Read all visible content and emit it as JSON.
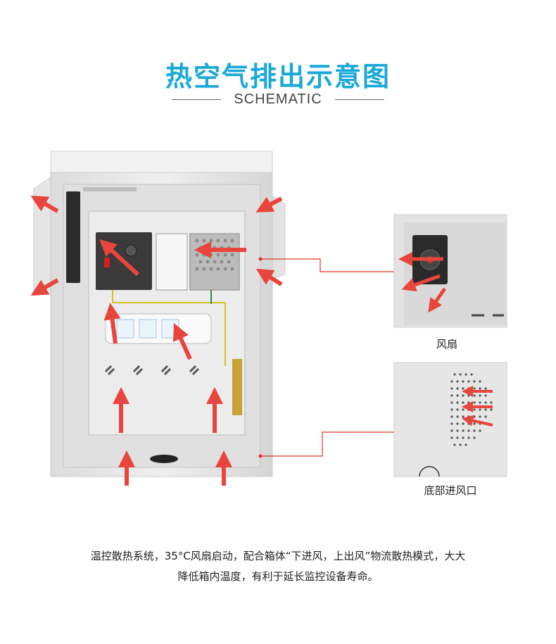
{
  "header": {
    "title": "热空气排出示意图",
    "subtitle": "SCHEMATIC"
  },
  "callouts": {
    "fan_label": "风扇",
    "intake_label": "底部进风口"
  },
  "description": {
    "line1": "温控散热系统，35°C风扇启动，配合箱体“下进风，上出风”物流散热模式，大大",
    "line2": "降低箱内温度，有利于延长监控设备寿命。"
  },
  "colors": {
    "title": "#1aa8d8",
    "arrow": "#e8453c",
    "leader_line": "#e0332a",
    "cabinet": "#e9e9e9"
  }
}
